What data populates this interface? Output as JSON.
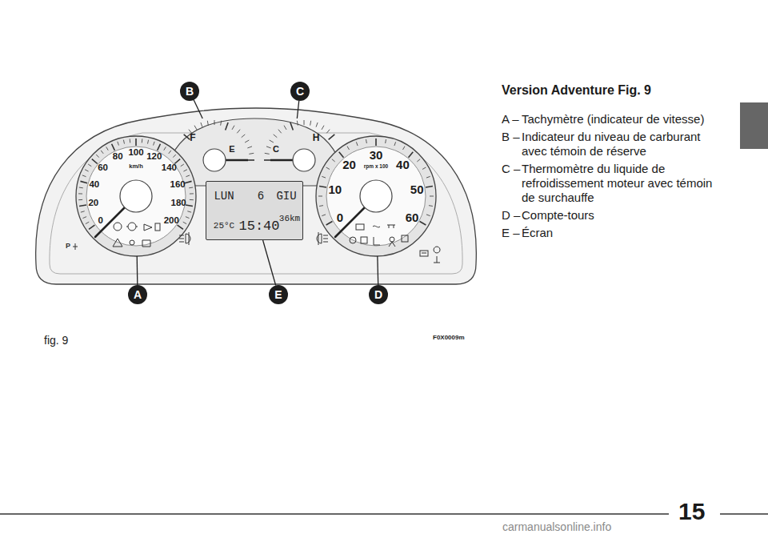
{
  "diagram": {
    "title": "Version Adventure Fig. 9",
    "caption": "fig. 9",
    "nodes": [
      {
        "text": [
          "B"
        ]
      },
      {
        "text": [
          "C"
        ]
      },
      {
        "text": [
          "0",
          "20",
          "40",
          "60",
          "80",
          "100",
          "120",
          "140",
          "160",
          "180",
          "200",
          "km/h"
        ]
      },
      {
        "text": [
          "F",
          "E"
        ]
      },
      {
        "text": [
          "H",
          "C"
        ]
      },
      {
        "text": [
          "LUN",
          "6",
          "GIU",
          "25°C",
          "15:40",
          "36km"
        ]
      },
      {
        "text": [
          "0",
          "10",
          "20",
          "30",
          "40",
          "50",
          "60",
          "rpm x 100"
        ]
      },
      {
        "text": [
          "A"
        ]
      },
      {
        "text": [
          "E"
        ]
      },
      {
        "text": [
          "D"
        ]
      }
    ],
    "edges": [
      {
        "from": 0,
        "to": 3,
        "arrow": "none"
      },
      {
        "from": 1,
        "to": 4,
        "arrow": "none"
      },
      {
        "from": 7,
        "to": 2,
        "arrow": "none"
      },
      {
        "from": 8,
        "to": 5,
        "arrow": "none"
      },
      {
        "from": 9,
        "to": 6,
        "arrow": "none"
      }
    ],
    "labels": [
      "A –",
      "Tachymètre (indicateur de vitesse)",
      "B –",
      "Indicateur du niveau de carburant avec témoin de réserve",
      "C –",
      "Thermomètre du liquide de refroidissement moteur avec témoin de surchauffe",
      "D –",
      "Compte-tours",
      "E –",
      "Écran",
      "F0X0009m",
      "15",
      "carmanualsonline.info",
      "P"
    ]
  }
}
